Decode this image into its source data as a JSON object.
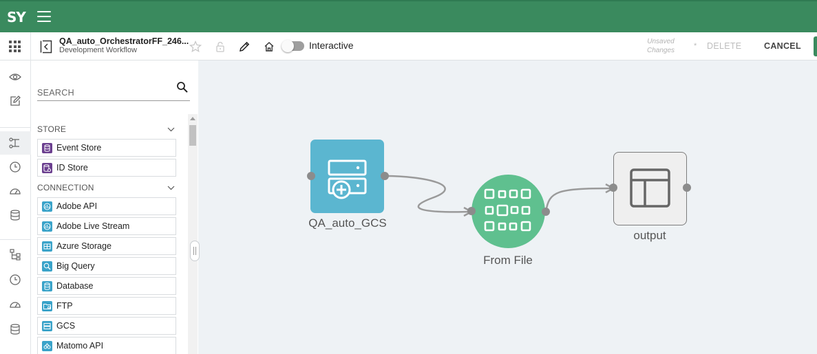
{
  "brand": {
    "logo_text": "SY"
  },
  "header": {
    "workflow_title": "QA_auto_OrchestratorFF_246...",
    "workflow_subtitle": "Development Workflow",
    "interactive_label": "Interactive",
    "interactive_on": false,
    "unsaved_label": "Unsaved Changes",
    "unsaved_marker": "*",
    "delete_label": "DELETE",
    "cancel_label": "CANCEL"
  },
  "rail": {
    "icons": [
      "eye-icon",
      "edit-note-icon",
      "flow-icon",
      "clock-icon",
      "gauge-icon",
      "database-stack-icon",
      "hierarchy-icon",
      "clock-icon",
      "gauge-icon",
      "database-stack-icon"
    ]
  },
  "palette": {
    "search_placeholder": "SEARCH",
    "sections": [
      {
        "title": "STORE",
        "items": [
          {
            "label": "Event Store",
            "icon": "database-icon",
            "color": "#6b3f8f"
          },
          {
            "label": "ID Store",
            "icon": "id-database-icon",
            "color": "#6b3f8f"
          }
        ]
      },
      {
        "title": "CONNECTION",
        "items": [
          {
            "label": "Adobe API",
            "icon": "adobe-api-icon",
            "color": "#3aa3c9"
          },
          {
            "label": "Adobe Live Stream",
            "icon": "adobe-stream-icon",
            "color": "#3aa3c9"
          },
          {
            "label": "Azure Storage",
            "icon": "storage-grid-icon",
            "color": "#3aa3c9"
          },
          {
            "label": "Big Query",
            "icon": "query-icon",
            "color": "#3aa3c9"
          },
          {
            "label": "Database",
            "icon": "database-icon",
            "color": "#3aa3c9"
          },
          {
            "label": "FTP",
            "icon": "folder-transfer-icon",
            "color": "#3aa3c9"
          },
          {
            "label": "GCS",
            "icon": "server-icon",
            "color": "#3aa3c9"
          },
          {
            "label": "Matomo API",
            "icon": "matomo-icon",
            "color": "#3aa3c9"
          }
        ]
      }
    ]
  },
  "canvas": {
    "nodes": [
      {
        "id": "gcs",
        "label": "QA_auto_GCS",
        "icon": "server-add-icon",
        "color": "#5bb6d0"
      },
      {
        "id": "file",
        "label": "From File",
        "icon": "grid-squares-icon",
        "color": "#5fc08f"
      },
      {
        "id": "output",
        "label": "output",
        "icon": "layout-panel-icon",
        "color": "#efefef"
      }
    ]
  },
  "colors": {
    "topbar": "#3a8a5e",
    "canvas_bg": "#eef2f5",
    "port": "#8c8c8c",
    "edge": "#9a9a9a"
  }
}
